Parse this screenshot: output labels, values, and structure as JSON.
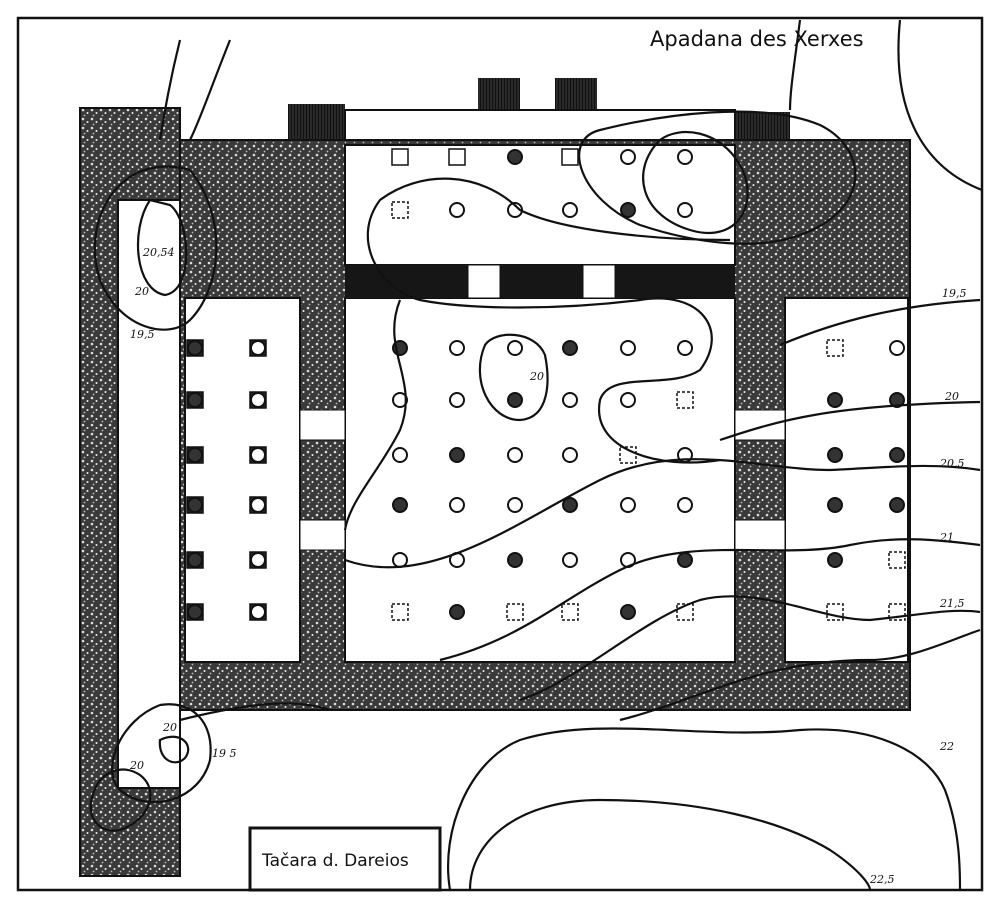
{
  "title": "Apadana des Xerxes",
  "building_label": "Tačara d. Dareios",
  "contour_labels": {
    "nw_peak": "20,54",
    "nw_20": "20",
    "nw_19_5": "19,5",
    "center_20": "20",
    "sw_20a": "20",
    "sw_20b": "20",
    "sw_19_5": "19 5",
    "e_19_5": "19,5",
    "e_20": "20",
    "e_20_5": "20,5",
    "e_21": "21",
    "e_21_5": "21,5",
    "e_22": "22",
    "e_22_5": "22,5"
  },
  "colors": {
    "ink": "#111111",
    "paper": "#ffffff"
  }
}
